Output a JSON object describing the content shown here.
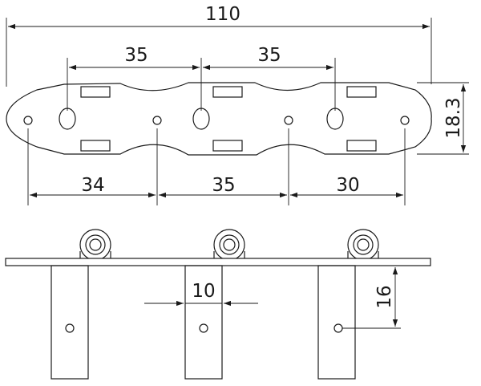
{
  "figure": {
    "dimensions": {
      "overall_length": "110",
      "hole_pitch_left": "35",
      "hole_pitch_right": "35",
      "height": "18.3",
      "pin_spacing_left": "34",
      "pin_spacing_middle": "35",
      "pin_spacing_right": "30",
      "tab_width": "10",
      "tab_hole_depth": "16"
    }
  }
}
